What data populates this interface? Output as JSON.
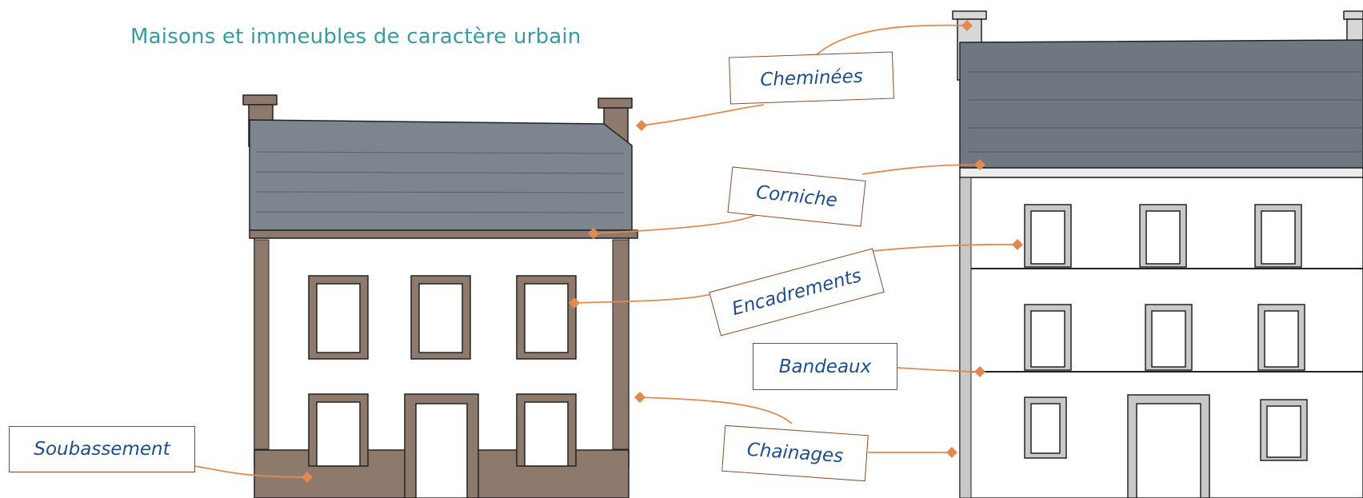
{
  "title": "Maisons et immeubles de caractère urbain",
  "labels": {
    "chimneys": "Cheminées",
    "cornice": "Corniche",
    "frames": "Encadrements",
    "bands": "Bandeaux",
    "quoins": "Chainages",
    "base": "Soubassement"
  },
  "colors": {
    "title": "#3a9aa3",
    "label_text": "#1f4e8a",
    "label_border": "#8a4a2a",
    "leader": "#e08a52",
    "roof": "#7d858e",
    "stone": "#8e7a6c",
    "light_roof": "#6f7780",
    "light_frame": "#c8c8c8"
  }
}
